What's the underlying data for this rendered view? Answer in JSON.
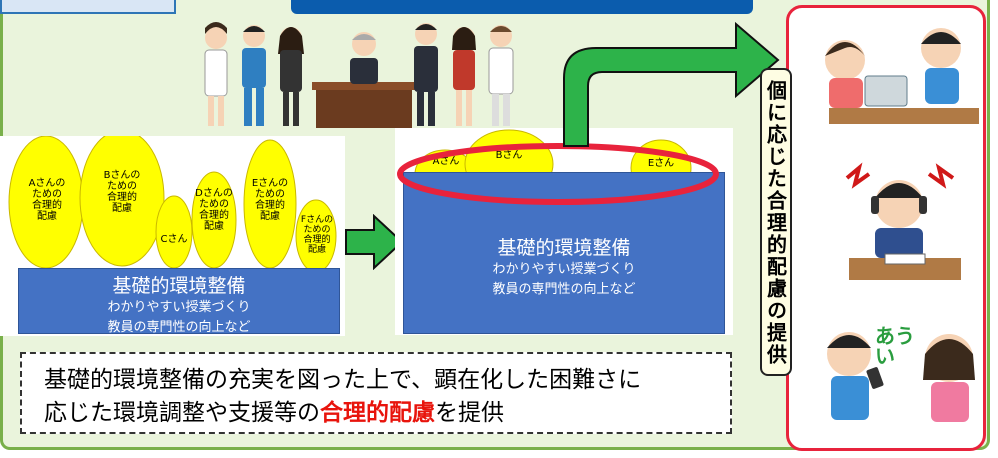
{
  "base": {
    "title": "基礎的環境整備",
    "line1": "わかりやすい授業づくり",
    "line2": "教員の専門性の向上など"
  },
  "left_ellipses": [
    {
      "text": "Aさんの\nための\n合理的\n配慮"
    },
    {
      "text": "Bさんの\nための\n合理的\n配慮"
    },
    {
      "text": "Cさん"
    },
    {
      "text": "Dさんの\nための\n合理的\n配慮"
    },
    {
      "text": "Eさんの\nための\n合理的\n配慮"
    },
    {
      "text": "Fさんの\nための\n合理的\n配慮"
    }
  ],
  "right_ellipses": [
    {
      "text": "Aさん"
    },
    {
      "text": "Bさん"
    },
    {
      "text": "Eさん"
    }
  ],
  "vertical_label": "個に応じた合理的配慮の提供",
  "note": {
    "line1": "基礎的環境整備の充実を図った上で、顕在化した困難さに",
    "line2_pre": "応じた環境調整や支援等の",
    "line2_hl": "合理的配慮",
    "line2_post": "を提供"
  },
  "bubble_text": "あうい",
  "colors": {
    "panel": "#eaf4dc",
    "panel_border": "#79b04a",
    "blue_box": "#4472c4",
    "ellipse": "#ffff00",
    "arrow": "#2db34a",
    "red": "#e8233c"
  }
}
